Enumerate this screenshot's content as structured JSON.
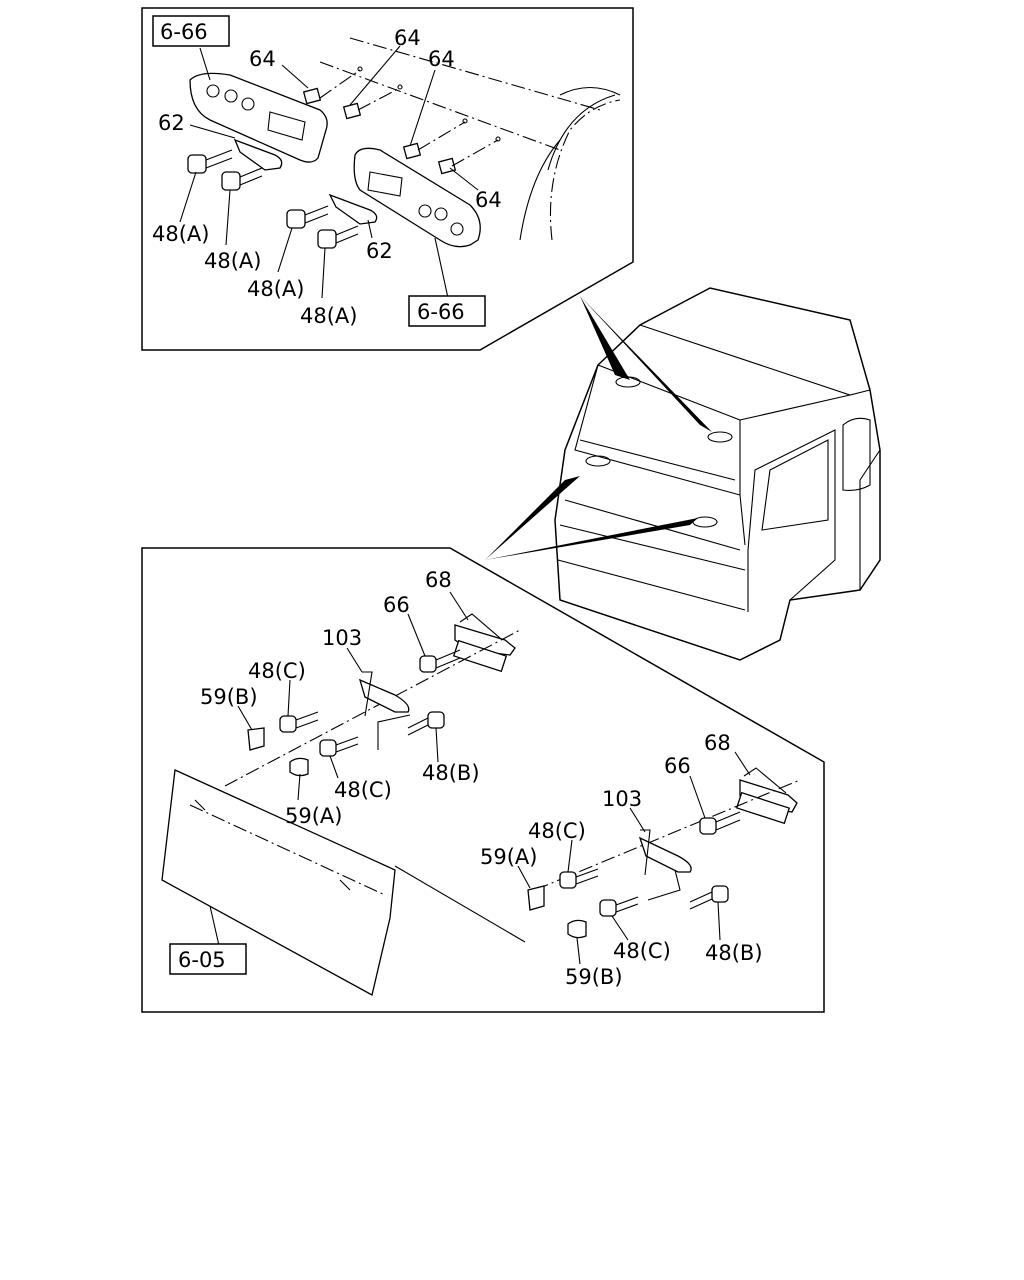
{
  "diagram": {
    "labels": {
      "ref_top_a": "6-66",
      "ref_top_b": "6-66",
      "ref_bottom": "6-05",
      "l64a": "64",
      "l64b": "64",
      "l64c": "64",
      "l64d": "64",
      "l62a": "62",
      "l62b": "62",
      "l48a1": "48(A)",
      "l48a2": "48(A)",
      "l48a3": "48(A)",
      "l48a4": "48(A)",
      "l68a": "68",
      "l66a": "66",
      "l103a": "103",
      "l48c1": "48(C)",
      "l59b1": "59(B)",
      "l48c2": "48(C)",
      "l48b1": "48(B)",
      "l59a1": "59(A)",
      "l68b": "68",
      "l66b": "66",
      "l103b": "103",
      "l48c3": "48(C)",
      "l59a2": "59(A)",
      "l48c4": "48(C)",
      "l48b2": "48(B)",
      "l59b2": "59(B)"
    }
  }
}
